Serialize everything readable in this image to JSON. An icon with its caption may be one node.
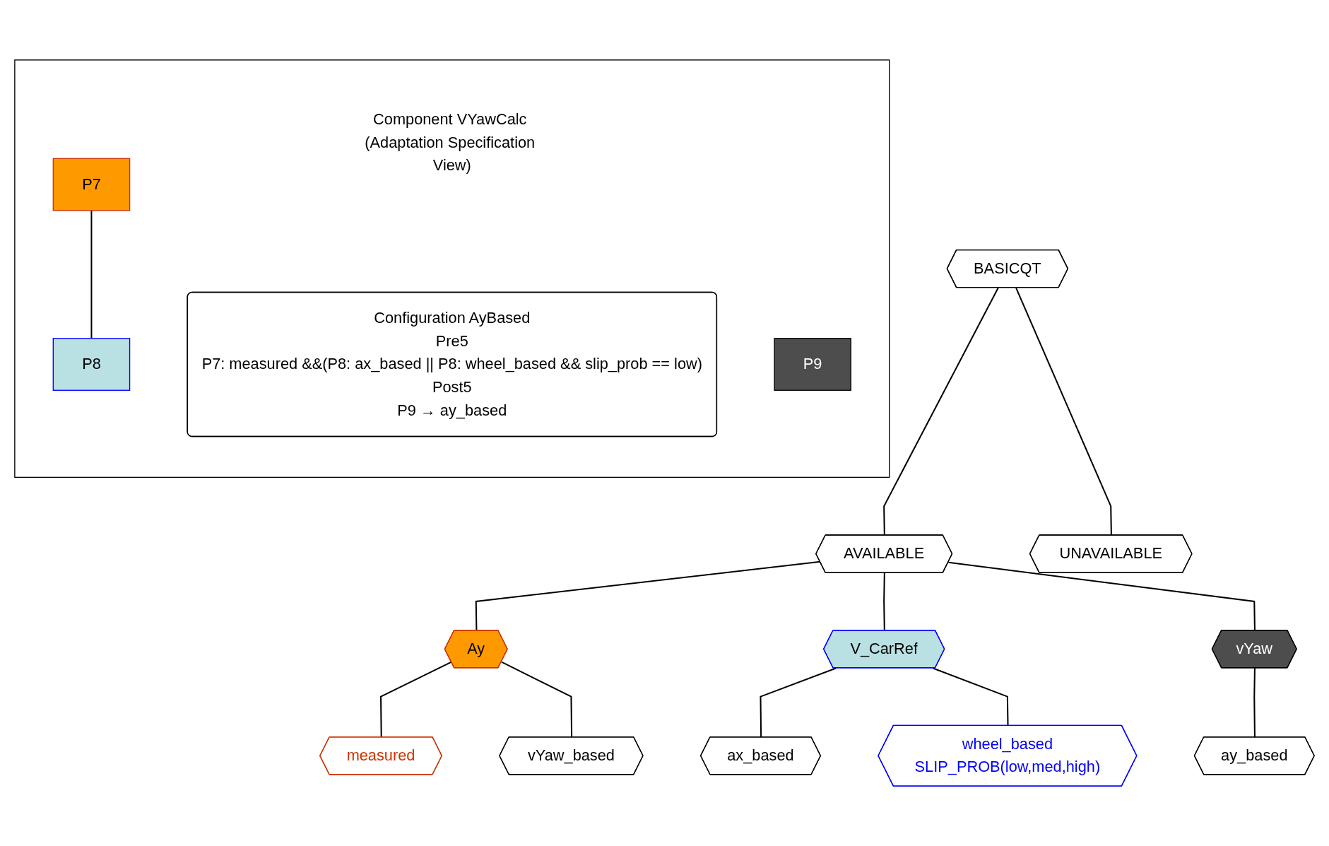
{
  "diagram": {
    "nodes": [
      {
        "text": [
          "Component VYawCalc (Adaptation Specification View)"
        ]
      },
      {
        "text": [
          "P7"
        ],
        "in": 0
      },
      {
        "text": [
          "P8"
        ],
        "in": 0
      },
      {
        "text": [
          "Configuration AyBased",
          "Pre5",
          "P7: measured &&(P8: ax_based || P8: wheel_based && slip_prob == low)",
          "Post5",
          "P9 → ay_based"
        ],
        "in": 0
      },
      {
        "text": [
          "P9"
        ],
        "in": 0
      },
      {
        "text": [
          "BASICQT"
        ]
      },
      {
        "text": [
          "AVAILABLE"
        ]
      },
      {
        "text": [
          "UNAVAILABLE"
        ]
      },
      {
        "text": [
          "Ay"
        ]
      },
      {
        "text": [
          "V_CarRef"
        ]
      },
      {
        "text": [
          "vYaw"
        ]
      },
      {
        "text": [
          "measured"
        ]
      },
      {
        "text": [
          "vYaw_based"
        ]
      },
      {
        "text": [
          "ax_based"
        ]
      },
      {
        "text": [
          "wheel_based",
          "SLIP_PROB(low,med,high)"
        ]
      },
      {
        "text": [
          "ay_based"
        ]
      }
    ],
    "edges": [
      {
        "from": 1,
        "to": 2,
        "arrow": "none"
      },
      {
        "from": 5,
        "to": 6,
        "arrow": "none"
      },
      {
        "from": 5,
        "to": 7,
        "arrow": "none"
      },
      {
        "from": 6,
        "to": 8,
        "arrow": "none"
      },
      {
        "from": 6,
        "to": 9,
        "arrow": "none"
      },
      {
        "from": 6,
        "to": 10,
        "arrow": "none"
      },
      {
        "from": 8,
        "to": 11,
        "arrow": "none"
      },
      {
        "from": 8,
        "to": 12,
        "arrow": "none"
      },
      {
        "from": 9,
        "to": 13,
        "arrow": "none"
      },
      {
        "from": 9,
        "to": 14,
        "arrow": "none"
      },
      {
        "from": 10,
        "to": 15,
        "arrow": "none"
      }
    ]
  }
}
